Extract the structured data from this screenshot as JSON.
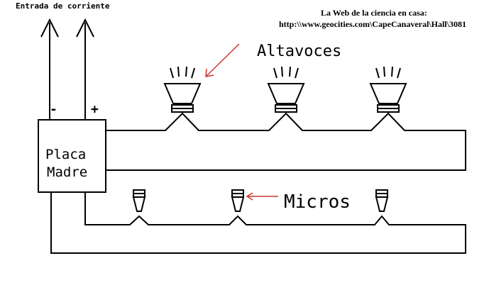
{
  "header": {
    "power_input": "Entrada de corriente",
    "credit_line1": "La Web de la ciencia en casa:",
    "credit_line2": "http:\\\\www.geocities.com\\CapeCanaveral\\Hall\\3081"
  },
  "terminals": {
    "negative": "-",
    "positive": "+"
  },
  "board": {
    "line1": "Placa",
    "line2": "Madre"
  },
  "labels": {
    "speakers": "Altavoces",
    "microphones": "Micros"
  },
  "colors": {
    "ink": "#000000",
    "arrow": "#cc3333",
    "background": "#ffffff"
  }
}
